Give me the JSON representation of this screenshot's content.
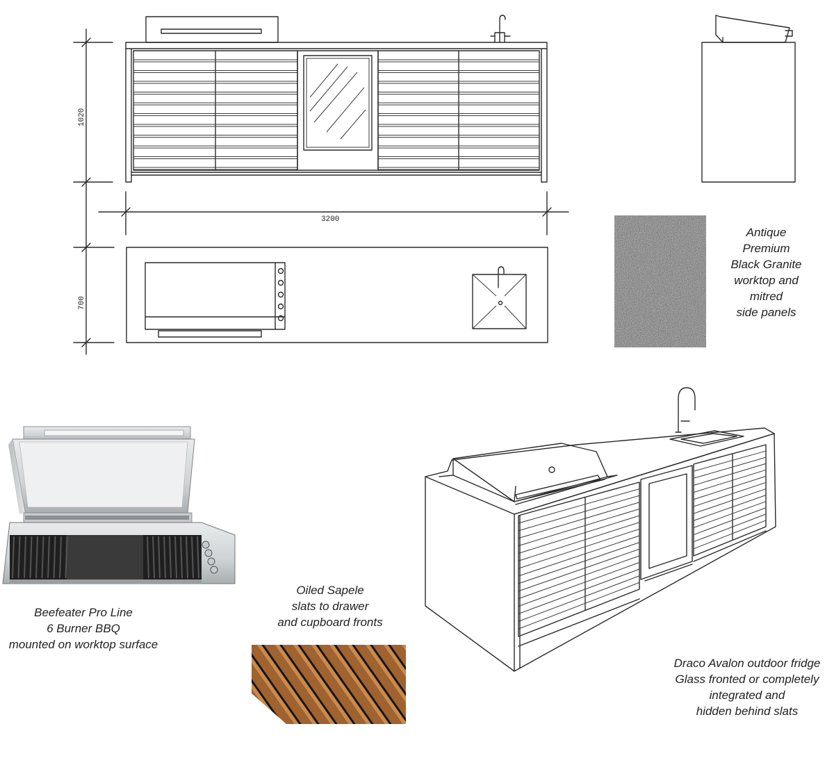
{
  "dimensions": {
    "height_front": "1020",
    "width": "3200",
    "depth_plan": "700"
  },
  "notes": {
    "granite": [
      "Antique",
      "Premium",
      "Black Granite",
      "worktop and",
      "mitred",
      "side panels"
    ],
    "bbq": [
      "Beefeater Pro Line",
      "6 Burner BBQ",
      "mounted on worktop surface"
    ],
    "slats": [
      "Oiled Sapele",
      "slats to drawer",
      "and cupboard fronts"
    ],
    "fridge": [
      "Draco Avalon outdoor fridge",
      "Glass fronted or completely",
      "integrated and",
      "hidden behind slats"
    ]
  },
  "colors": {
    "line": "#2a2a2a",
    "granite": "#7d7d7d",
    "sapele": "#a0622e",
    "steel": "#cfd2d4"
  }
}
